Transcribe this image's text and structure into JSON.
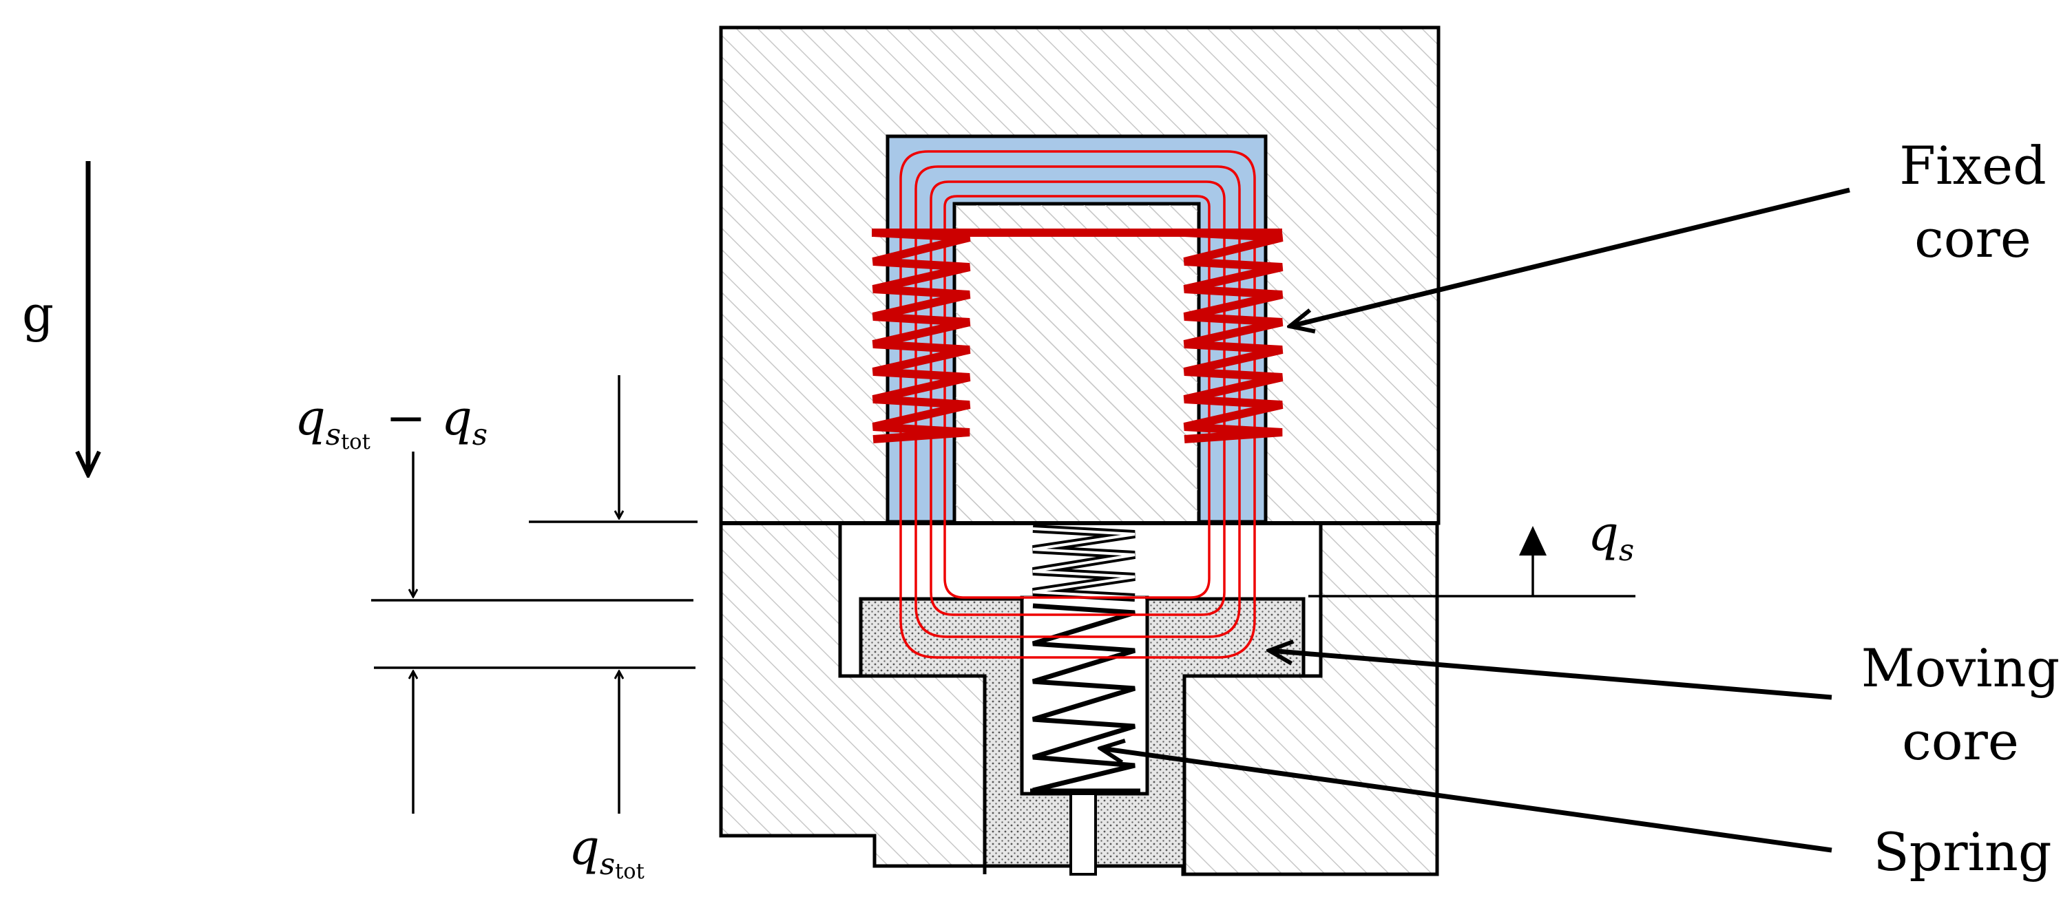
{
  "labels": {
    "gravity": "g",
    "fixed_core_line1": "Fixed",
    "fixed_core_line2": "core",
    "moving_core_line1": "Moving",
    "moving_core_line2": "core",
    "spring": "Spring"
  },
  "math": {
    "q": "q",
    "s": "s",
    "tot": "tot",
    "minus": " − "
  },
  "colors": {
    "housing_hatch": "#c8c8c8",
    "fixed_core_fill": "#a8c8e8",
    "coil": "#cc0000",
    "flux_lines": "#ee0000",
    "moving_core_dots": "#555555",
    "outline": "#000000"
  }
}
